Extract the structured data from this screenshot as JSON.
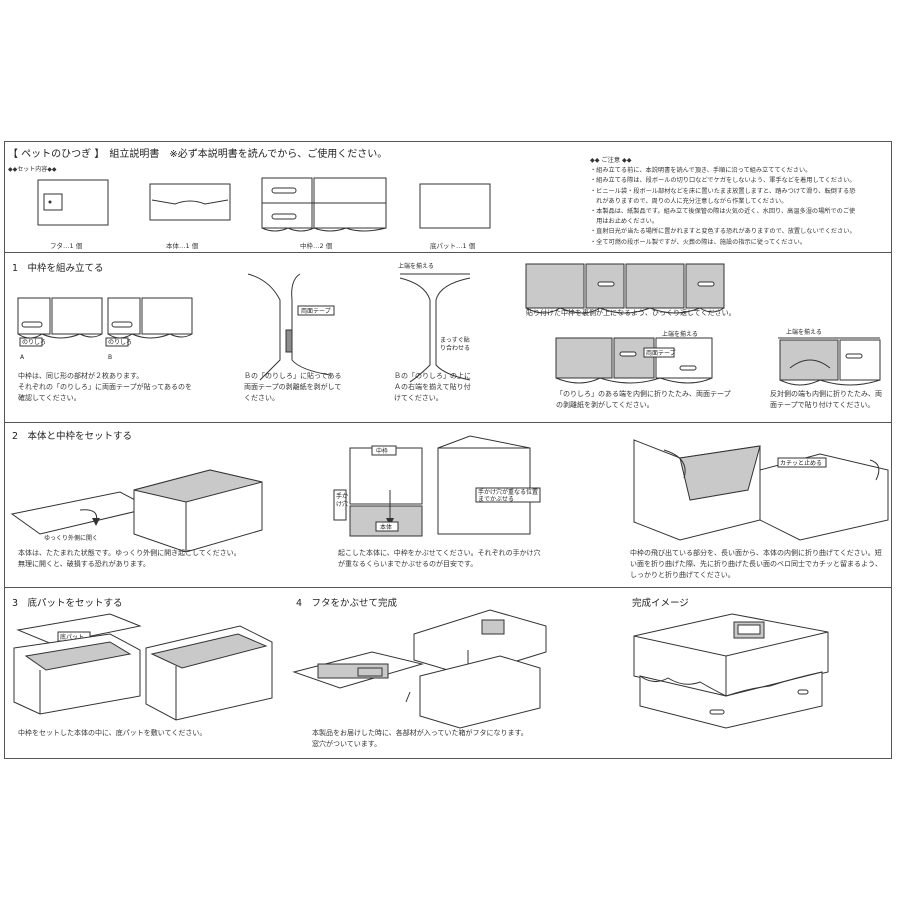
{
  "header": {
    "title": "【 ペットのひつぎ 】　組立説明書　※必ず本説明書を読んでから、ご使用ください。",
    "set_contents_label": "◆◆セット内容◆◆",
    "parts": [
      "フタ…1 個",
      "本体…1 個",
      "中枠…2 個",
      "底パット…1 個"
    ]
  },
  "caution": {
    "label": "◆◆ ご注意 ◆◆",
    "items": [
      "・組み立てる前に、本説明書を読んで頂き、手順に沿って組み立ててください。",
      "・組み立てる際は、段ボールの切り口などでケガをしないよう、軍手などを着用してください。",
      "・ビニール袋・段ボール部材などを床に置いたまま放置しますと、踏みつけて滑り、転倒する恐",
      "　れがありますので、周りの人に充分注意しながら作業してください。",
      "・本製品は、紙製品です。組み立て後保管の際は火気の近く、水回り、高温多湿の場所でのご使",
      "　用はお止めください。",
      "・直射日光が当たる場所に置かれますと変色する恐れがありますので、放置しないでください。",
      "・全て可燃の段ボール製ですが、火葬の際は、施設の指示に従ってください。"
    ]
  },
  "step1": {
    "heading": "1　中枠を組み立てる",
    "labels": {
      "norishiro": "のりしろ",
      "a": "A",
      "b": "B",
      "tape": "両面テープ",
      "align_top": "上端を揃える",
      "straight": "まっすぐ貼\nり合わせる",
      "tape2": "両面テープ",
      "align_top2": "上端を揃える",
      "align_top3": "上端を揃える"
    },
    "text_a": "中枠は、同じ形の部材が２枚あります。\nそれぞれの「のりしろ」に両面テープが貼ってあるのを\n確認してください。",
    "text_b": "Ｂの「のりしろ」に貼ってある\n両面テープの剥離紙を剥がして\nください。",
    "text_c": "Ｂの「のりしろ」の上に\nＡの右端を揃えて貼り付\nけてください。",
    "text_d": "貼り付けた中枠を裏側が上になるよう、ひっくり返してください。",
    "text_e": "「のりしろ」のある端を内側に折りたたみ、両面テープ\nの剥離紙を剥がしてください。",
    "text_f": "反対側の端も内側に折りたたみ、両\n面テープで貼り付けてください。"
  },
  "step2": {
    "heading": "2　本体と中枠をセットする",
    "labels": {
      "open": "ゆっくり外側に開く",
      "nakawaku": "中枠",
      "handhole": "手かけ穴",
      "body": "本体",
      "align_holes": "手かけ穴が重なる位置\nまでかぶせる",
      "click": "カチッと止める"
    },
    "text_a": "本体は、たたまれた状態です。ゆっくり外側に開き起こしてください。\n無理に開くと、破損する恐れがあります。",
    "text_b": "起こした本体に、中枠をかぶせてください。それぞれの手かけ穴\nが重なるくらいまでかぶせるのが目安です。",
    "text_c": "中枠の飛び出ている部分を、長い面から、本体の内側に折り曲げてください。短\nい面を折り曲げた際、先に折り曲げた長い面のベロ同士でカチッと留まるよう、\nしっかりと折り曲げてください。"
  },
  "step3": {
    "heading": "3　底パットをセットする",
    "labels": {
      "pad": "底パット"
    },
    "text": "中枠をセットした本体の中に、底パットを敷いてください。"
  },
  "step4": {
    "heading": "4　フタをかぶせて完成",
    "text": "本製品をお届けした時に、各部材が入っていた箱がフタになります。\n窓穴がついています。"
  },
  "complete": {
    "heading": "完成イメージ"
  }
}
